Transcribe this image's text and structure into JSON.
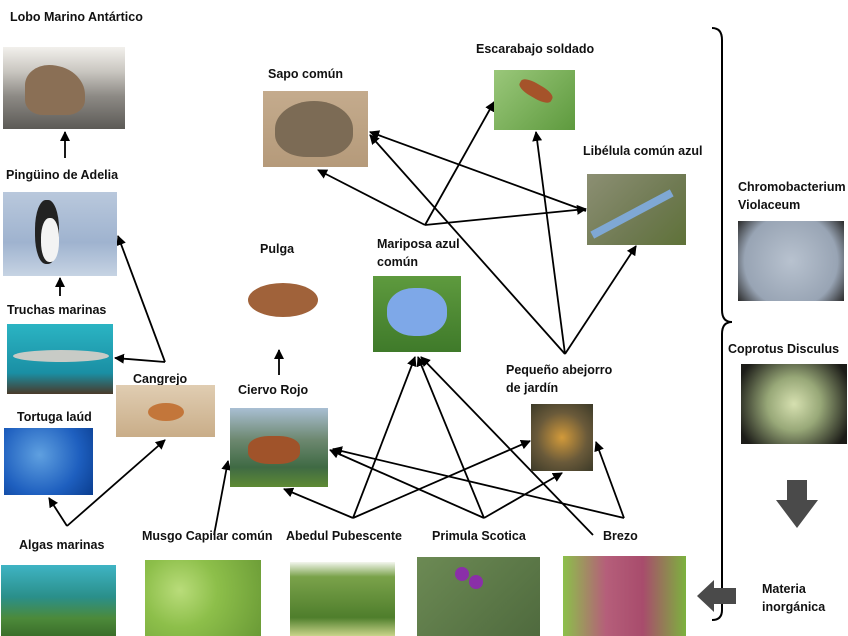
{
  "title": "Red trófica",
  "colors": {
    "arrow": "#000000",
    "block_arrow": "#4a4a4a",
    "text": "#111111"
  },
  "nodes": {
    "lobo": {
      "label": "Lobo Marino Antártico",
      "icon": "sea-lion-photo"
    },
    "pinguino": {
      "label": "Pingüino de Adelia",
      "icon": "penguin-photo"
    },
    "truchas": {
      "label": "Truchas marinas",
      "icon": "trout-photo"
    },
    "cangrejo": {
      "label": "Cangrejo",
      "icon": "crab-photo"
    },
    "tortuga": {
      "label": "Tortuga laúd",
      "icon": "leatherback-turtle-photo"
    },
    "algas": {
      "label": "Algas marinas",
      "icon": "seaweed-photo"
    },
    "sapo": {
      "label": "Sapo común",
      "icon": "toad-photo"
    },
    "escarabajo": {
      "label": "Escarabajo soldado",
      "icon": "soldier-beetle-photo"
    },
    "libelula": {
      "label": "Libélula común azul",
      "icon": "dragonfly-photo"
    },
    "pulga": {
      "label": "Pulga",
      "icon": "flea-photo"
    },
    "mariposa": {
      "label_line1": "Mariposa azul",
      "label_line2": "común",
      "icon": "butterfly-photo"
    },
    "ciervo": {
      "label": "Ciervo Rojo",
      "icon": "red-deer-photo"
    },
    "abejorro": {
      "label_line1": "Pequeño abejorro",
      "label_line2": "de jardín",
      "icon": "bumblebee-photo"
    },
    "musgo": {
      "label": "Musgo Capilar común",
      "icon": "moss-photo"
    },
    "abedul": {
      "label": "Abedul Pubescente",
      "icon": "birch-photo"
    },
    "primula": {
      "label": "Primula Scotica",
      "icon": "primula-photo"
    },
    "brezo": {
      "label": "Brezo",
      "icon": "heather-photo"
    },
    "chromo": {
      "label_line1": "Chromobacterium",
      "label_line2": "Violaceum",
      "icon": "bacteria-plate-photo"
    },
    "coprotus": {
      "label": "Coprotus Disculus",
      "icon": "fungus-photo"
    },
    "materia": {
      "label_line1": "Materia",
      "label_line2": "inorgánica"
    }
  },
  "edges": [
    [
      "pinguino",
      "lobo"
    ],
    [
      "truchas",
      "pinguino"
    ],
    [
      "cangrejo",
      "pinguino"
    ],
    [
      "cangrejo",
      "truchas"
    ],
    [
      "algas",
      "tortuga"
    ],
    [
      "algas",
      "cangrejo"
    ],
    [
      "musgo",
      "ciervo"
    ],
    [
      "ciervo",
      "pulga"
    ],
    [
      "abedul",
      "ciervo"
    ],
    [
      "abedul",
      "mariposa"
    ],
    [
      "abedul",
      "abejorro"
    ],
    [
      "primula",
      "ciervo"
    ],
    [
      "primula",
      "mariposa"
    ],
    [
      "primula",
      "abejorro"
    ],
    [
      "brezo",
      "ciervo"
    ],
    [
      "brezo",
      "mariposa"
    ],
    [
      "brezo",
      "abejorro"
    ],
    [
      "mariposa",
      "sapo"
    ],
    [
      "mariposa",
      "escarabajo"
    ],
    [
      "mariposa",
      "libelula"
    ],
    [
      "abejorro",
      "sapo"
    ],
    [
      "abejorro",
      "escarabajo"
    ],
    [
      "abejorro",
      "libelula"
    ],
    [
      "libelula",
      "sapo"
    ]
  ]
}
